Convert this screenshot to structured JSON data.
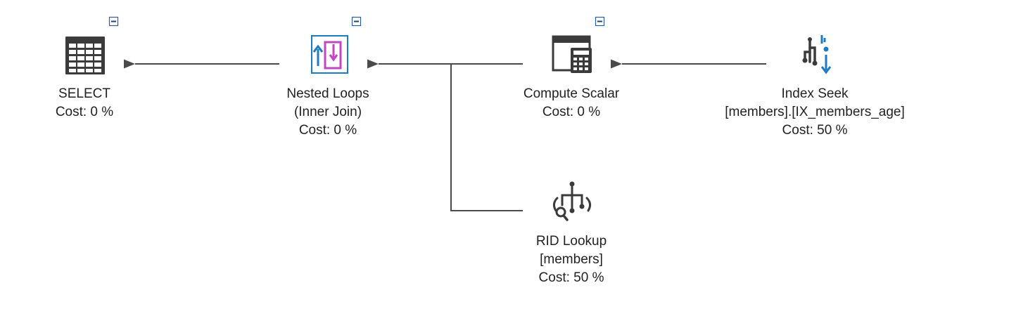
{
  "colors": {
    "connector": "#4a4a4a",
    "icon_dark": "#3b3b3b",
    "icon_blue": "#1d7bc4",
    "icon_magenta": "#c245c2",
    "collapse_box_border": "#2b5e9e"
  },
  "nodes": {
    "select": {
      "icon": "table-grid-icon",
      "lines": [
        "SELECT",
        "Cost: 0 %"
      ],
      "has_collapse_toggle": true
    },
    "nested_loops": {
      "icon": "nested-loops-icon",
      "lines": [
        "Nested Loops",
        "(Inner Join)",
        "Cost: 0 %"
      ],
      "has_collapse_toggle": true
    },
    "compute_scalar": {
      "icon": "calculator-window-icon",
      "lines": [
        "Compute Scalar",
        "Cost: 0 %"
      ],
      "has_collapse_toggle": true
    },
    "index_seek": {
      "icon": "index-seek-icon",
      "lines": [
        "Index Seek",
        "[members].[IX_members_age]",
        "Cost: 50 %"
      ],
      "has_collapse_toggle": false
    },
    "rid_lookup": {
      "icon": "rid-lookup-icon",
      "lines": [
        "RID Lookup",
        "[members]",
        "Cost: 50 %"
      ],
      "has_collapse_toggle": false
    }
  }
}
